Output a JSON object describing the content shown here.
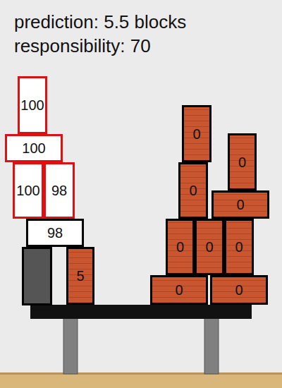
{
  "diagram": {
    "nodes": [
      {
        "text": [
          "100"
        ]
      },
      {
        "text": [
          "0"
        ]
      },
      {
        "text": [
          "100"
        ]
      },
      {
        "text": [
          "0"
        ]
      },
      {
        "text": [
          "100"
        ]
      },
      {
        "text": [
          "98"
        ]
      },
      {
        "text": [
          "0"
        ]
      },
      {
        "text": [
          "0"
        ]
      },
      {
        "text": [
          "98"
        ]
      },
      {
        "text": [
          "0"
        ]
      },
      {
        "text": [
          "0"
        ]
      },
      {
        "text": [
          "0"
        ]
      },
      {
        "text": [
          "5"
        ]
      },
      {
        "text": [
          "0"
        ]
      },
      {
        "text": [
          "0"
        ]
      }
    ],
    "labels": [
      "prediction: 5.5 blocks",
      "responsibility: 70"
    ]
  }
}
